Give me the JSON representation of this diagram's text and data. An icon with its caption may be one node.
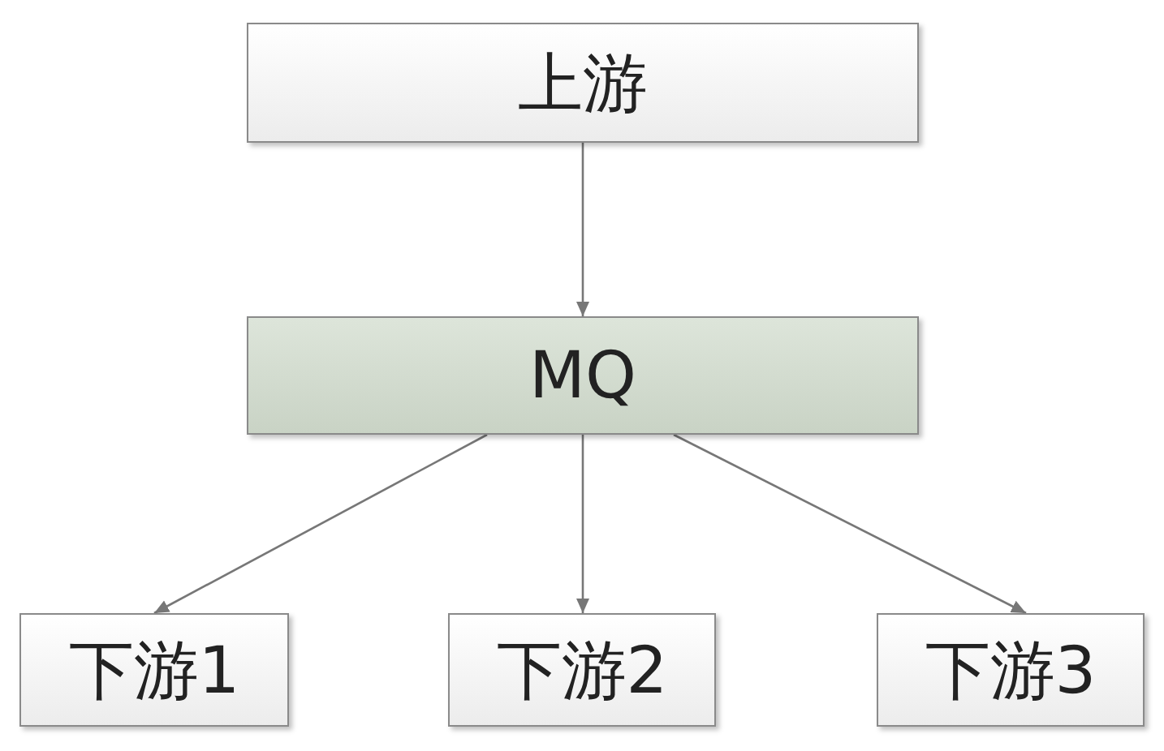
{
  "diagram": {
    "nodes": [
      {
        "text": [
          "上游"
        ]
      },
      {
        "text": [
          "MQ"
        ]
      },
      {
        "text": [
          "下游1"
        ]
      },
      {
        "text": [
          "下游2"
        ]
      },
      {
        "text": [
          "下游3"
        ]
      }
    ],
    "edges": [
      {
        "from": 0,
        "to": 1,
        "arrow": "to"
      },
      {
        "from": 1,
        "to": 2,
        "arrow": "to"
      },
      {
        "from": 1,
        "to": 3,
        "arrow": "to"
      },
      {
        "from": 1,
        "to": 4,
        "arrow": "to"
      }
    ]
  }
}
